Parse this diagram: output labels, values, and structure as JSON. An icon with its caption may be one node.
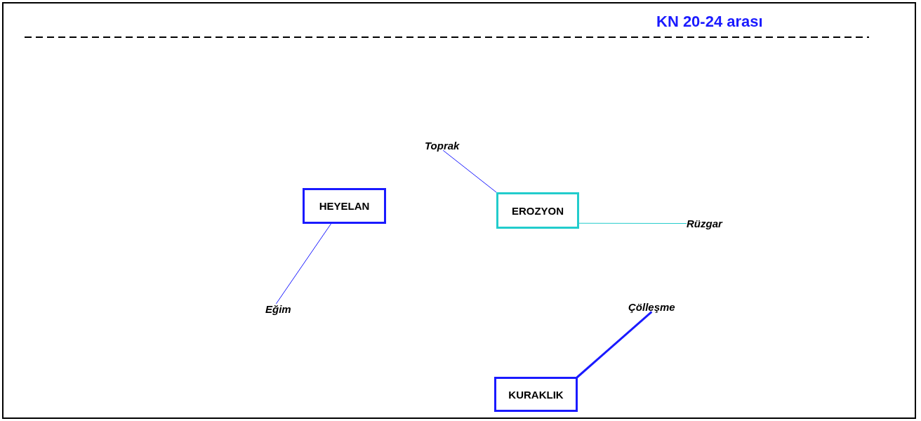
{
  "diagram": {
    "title": "KN 20-24 arası",
    "nodes": [
      {
        "text": [
          "Toprak"
        ]
      },
      {
        "text": [
          "HEYELAN"
        ]
      },
      {
        "text": [
          "EROZYON"
        ]
      },
      {
        "text": [
          "Rüzgar"
        ]
      },
      {
        "text": [
          "Çölleşme"
        ]
      },
      {
        "text": [
          "Eğim"
        ]
      },
      {
        "text": [
          "KURAKLIK"
        ]
      }
    ],
    "edges": [
      {
        "from": 2,
        "to": 0,
        "arrow": "none"
      },
      {
        "from": 1,
        "to": 5,
        "arrow": "none"
      },
      {
        "from": 2,
        "to": 3,
        "arrow": "none",
        "color": "#22cccc"
      },
      {
        "from": 6,
        "to": 4,
        "arrow": "none",
        "style": "thick"
      }
    ]
  }
}
